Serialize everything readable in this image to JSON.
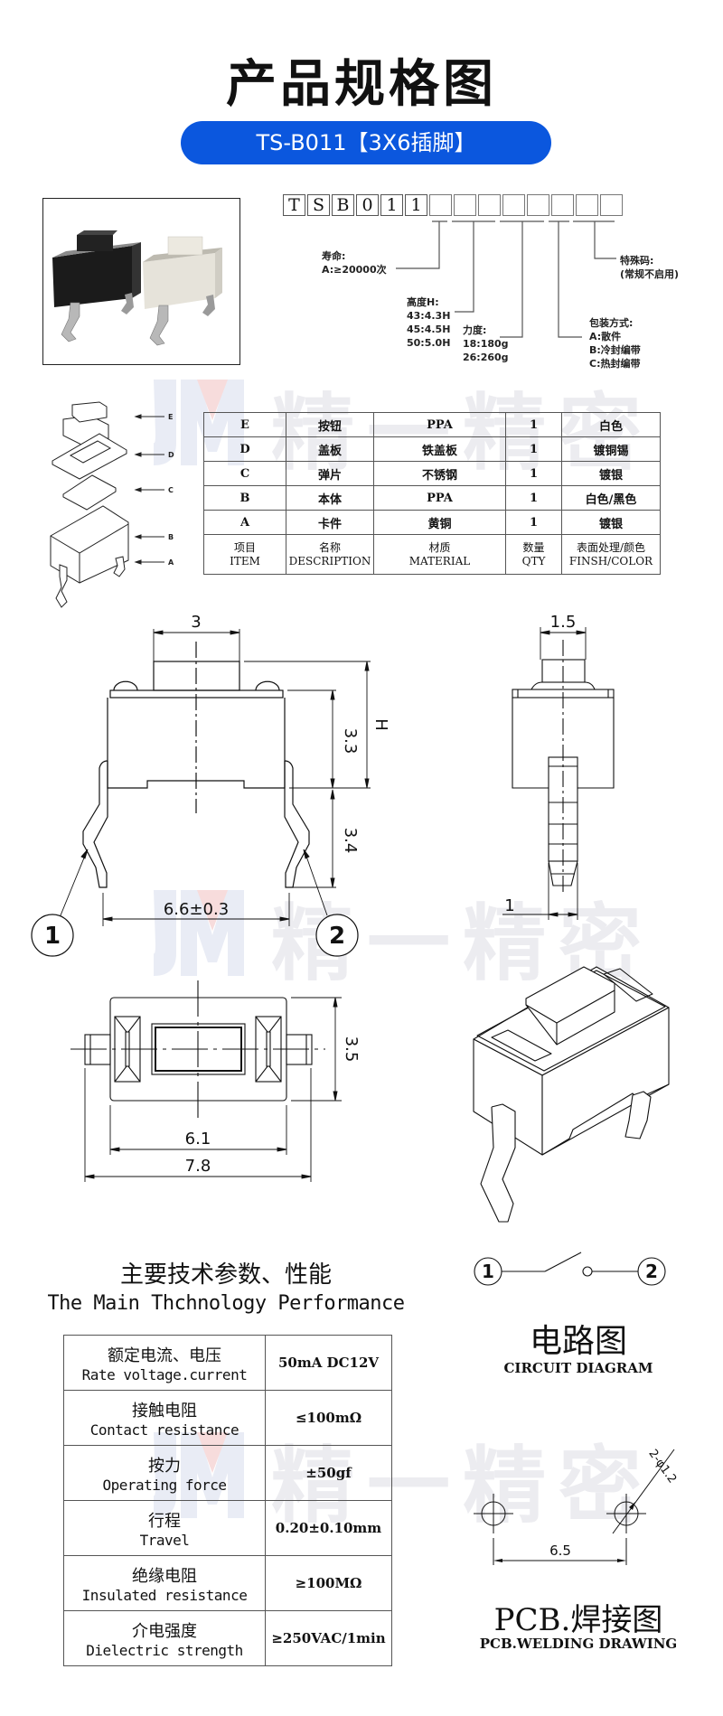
{
  "header": {
    "title": "产品规格图",
    "model_badge": "TS-B011【3X6插脚】"
  },
  "watermark": {
    "text": "精一精密",
    "logo": "JM"
  },
  "colors": {
    "badge_blue": "#0b57de",
    "watermark_gray": "#ececf0",
    "watermark_red": "#f6d6d6",
    "line": "#111111"
  },
  "part_code": {
    "fixed_chars": [
      "T",
      "S",
      "B",
      "0",
      "1",
      "1"
    ],
    "blank_slots": 8,
    "notes": {
      "life": {
        "label": "寿命:",
        "lines": [
          "A:≥20000次"
        ]
      },
      "height": {
        "label": "高度H:",
        "lines": [
          "43:4.3H",
          "45:4.5H",
          "50:5.0H"
        ]
      },
      "force": {
        "label": "力度:",
        "lines": [
          "18:180g",
          "26:260g"
        ]
      },
      "packing": {
        "label": "包装方式:",
        "lines": [
          "A:散件",
          "B:冷封编带",
          "C:热封编带"
        ]
      },
      "special": {
        "label": "特殊码:",
        "lines": [
          "(常规不启用)"
        ]
      }
    }
  },
  "exploded_view": {
    "labels": [
      "E",
      "D",
      "C",
      "B",
      "A"
    ]
  },
  "bom_table": {
    "rows": [
      {
        "item": "E",
        "description": "按钮",
        "material": "PPA",
        "qty": "1",
        "finish": "白色"
      },
      {
        "item": "D",
        "description": "盖板",
        "material": "铁盖板",
        "qty": "1",
        "finish": "镀铜锡"
      },
      {
        "item": "C",
        "description": "弹片",
        "material": "不锈钢",
        "qty": "1",
        "finish": "镀银"
      },
      {
        "item": "B",
        "description": "本体",
        "material": "PPA",
        "qty": "1",
        "finish": "白色/黑色"
      },
      {
        "item": "A",
        "description": "卡件",
        "material": "黄铜",
        "qty": "1",
        "finish": "镀银"
      }
    ],
    "header": {
      "item": {
        "cn": "项目",
        "en": "ITEM"
      },
      "description": {
        "cn": "名称",
        "en": "DESCRIPTION"
      },
      "material": {
        "cn": "材质",
        "en": "MATERIAL"
      },
      "qty": {
        "cn": "数量",
        "en": "QTY"
      },
      "finish": {
        "cn": "表面处理/颜色",
        "en": "FINSH/COLOR"
      }
    }
  },
  "front_view": {
    "dim_top": "3",
    "dim_body": "3.3",
    "dim_leg": "3.4",
    "dim_h": "H",
    "dim_pitch": "6.6±0.3",
    "pin1": "1",
    "pin2": "2"
  },
  "side_view": {
    "dim_top": "1.5",
    "dim_pin": "1"
  },
  "top_view": {
    "dim_height": "3.5",
    "dim_body": "6.1",
    "dim_overall": "7.8"
  },
  "specs": {
    "title_cn": "主要技术参数、性能",
    "title_en": "The Main Thchnology Performance",
    "rows": [
      {
        "cn": "额定电流、电压",
        "en": "Rate voltage.current",
        "value": "50mA DC12V"
      },
      {
        "cn": "接触电阻",
        "en": "Contact resistance",
        "value": "≤100mΩ"
      },
      {
        "cn": "按力",
        "en": "Operating force",
        "value": "±50gf"
      },
      {
        "cn": "行程",
        "en": "Travel",
        "value": "0.20±0.10mm"
      },
      {
        "cn": "绝缘电阻",
        "en": "Insulated resistance",
        "value": "≥100MΩ"
      },
      {
        "cn": "介电强度",
        "en": "Dielectric strength",
        "value": "≥250VAC/1min"
      }
    ]
  },
  "circuit": {
    "title_cn": "电路图",
    "title_en": "CIRCUIT DIAGRAM",
    "pin1": "1",
    "pin2": "2"
  },
  "pcb": {
    "title_cn": "PCB.焊接图",
    "title_en": "PCB.WELDING DRAWING",
    "dim_pitch": "6.5",
    "dim_hole": "2-φ1.2"
  }
}
